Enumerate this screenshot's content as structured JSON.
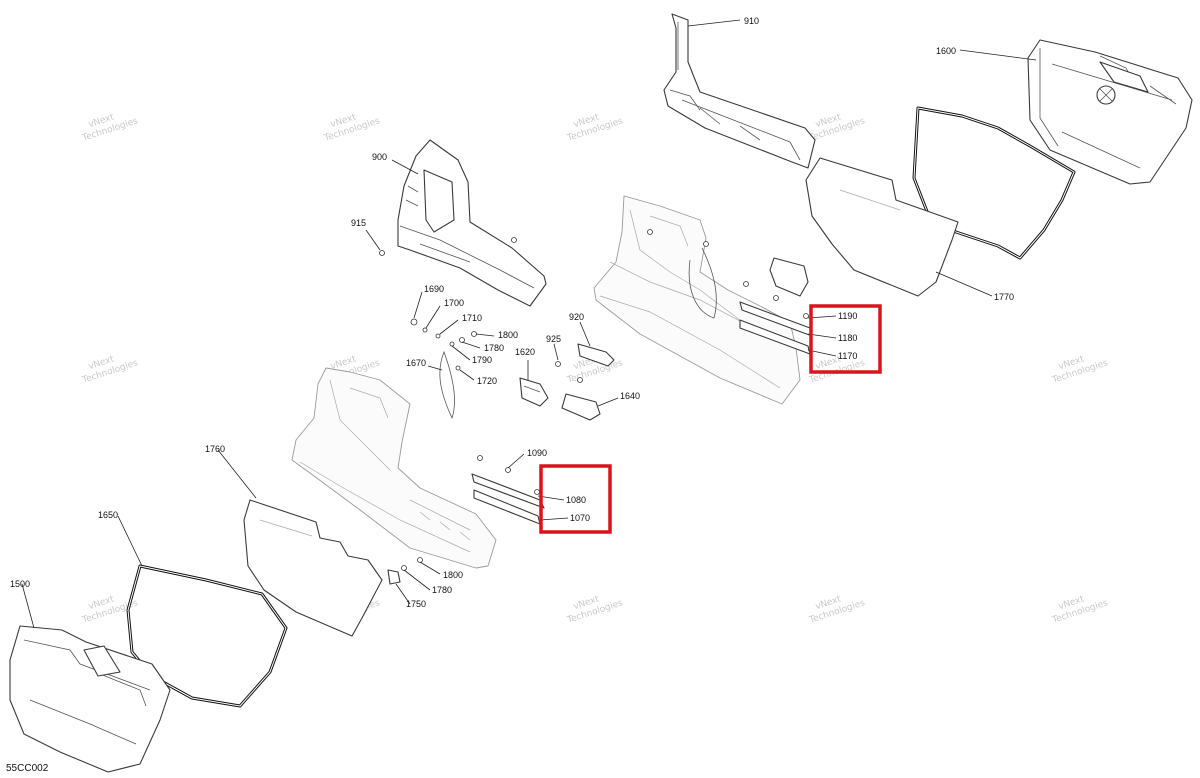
{
  "diagram_code": "55CC002",
  "watermark": {
    "line1": "vNext",
    "line2": "Technologies"
  },
  "colors": {
    "highlight": "#d9141c",
    "line": "#3a3a3a",
    "watermark": "#c9c9c9"
  },
  "callouts": {
    "c910": "910",
    "c1600": "1600",
    "c900": "900",
    "c915": "915",
    "c1690": "1690",
    "c1700": "1700",
    "c1710": "1710",
    "c1800a": "1800",
    "c1780a": "1780",
    "c1790": "1790",
    "c1670": "1670",
    "c1720": "1720",
    "c925": "925",
    "c920": "920",
    "c1620": "1620",
    "c1640": "1640",
    "c1190": "1190",
    "c1180": "1180",
    "c1170": "1170",
    "c1770": "1770",
    "c1760": "1760",
    "c1090": "1090",
    "c1080": "1080",
    "c1070": "1070",
    "c1650": "1650",
    "c1800b": "1800",
    "c1780b": "1780",
    "c1750": "1750",
    "c1500": "1500"
  }
}
